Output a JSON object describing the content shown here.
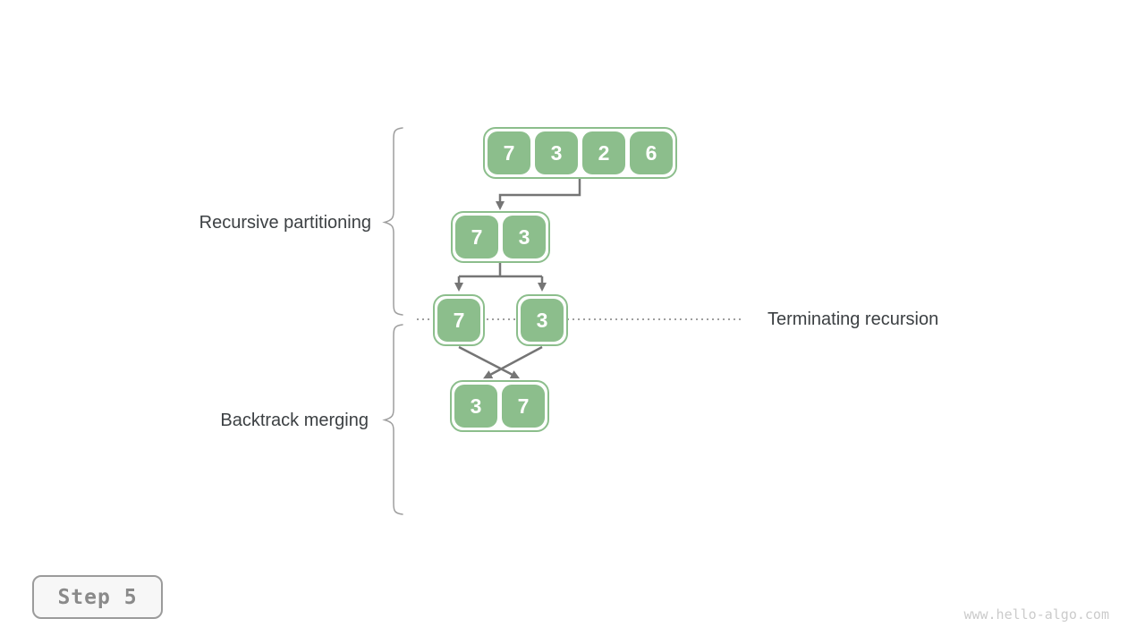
{
  "diagram": {
    "phase_labels": {
      "partitioning": "Recursive partitioning",
      "merging": "Backtrack merging"
    },
    "annotation": "Terminating recursion",
    "nodes": {
      "level0": [
        "7",
        "3",
        "2",
        "6"
      ],
      "level1": [
        "7",
        "3"
      ],
      "left_single": [
        "7"
      ],
      "right_single": [
        "3"
      ],
      "merged": [
        "3",
        "7"
      ]
    }
  },
  "footer": {
    "step_label": "Step 5",
    "watermark": "www.hello-algo.com"
  },
  "colors": {
    "node-green": "#8CBE8C",
    "arrow-gray": "#757575",
    "dotted-gray": "#9E9E9E",
    "brace-gray": "#9E9E9E",
    "label-dark": "#3C4043",
    "badge-text": "#8A8A8A",
    "badge-border": "#9B9B9B",
    "badge-bg": "#F7F7F7",
    "watermark-gray": "#CBCBCB"
  }
}
